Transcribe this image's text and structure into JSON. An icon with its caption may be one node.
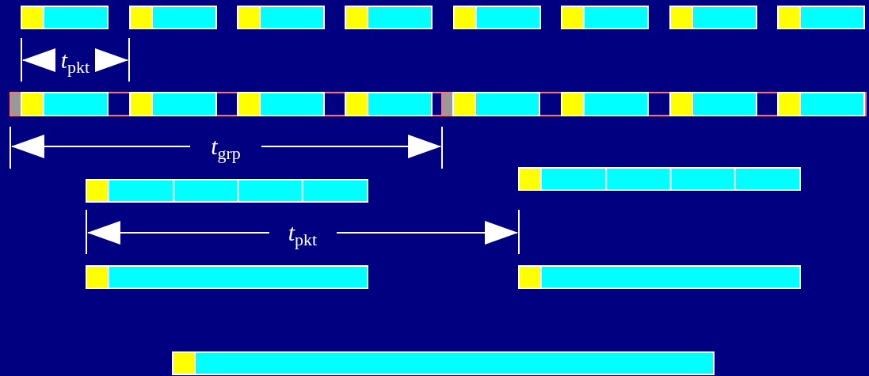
{
  "diagram": {
    "labels": [
      "*t*$_{pkt}$",
      "*t*$_{grp}$",
      "*t*$_{pkt}$"
    ]
  }
}
